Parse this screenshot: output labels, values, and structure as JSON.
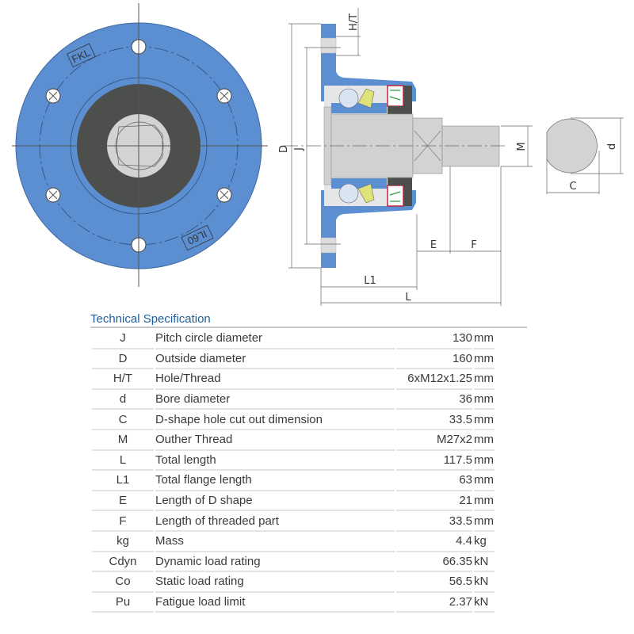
{
  "drawing": {
    "front_view": {
      "engraving_top": "FKL",
      "engraving_bottom": "IL60"
    },
    "dimension_labels": {
      "D": "D",
      "J": "J",
      "HT": "H/T",
      "M": "M",
      "d": "d",
      "C": "C",
      "E": "E",
      "F": "F",
      "L1": "L1",
      "L": "L"
    },
    "colors": {
      "housing_blue": "#5b8fd1",
      "dark_face": "#4d4f4c",
      "shaft_grey": "#d1d3d5",
      "seal_red": "#c0263a",
      "seal_green": "#2e9a4c",
      "cage_yellow": "#dfe27a"
    }
  },
  "spec": {
    "title": "Technical Specification",
    "rows": [
      {
        "sym": "J",
        "desc": "Pitch circle diameter",
        "value": "130",
        "unit": "mm"
      },
      {
        "sym": "D",
        "desc": "Outside diameter",
        "value": "160",
        "unit": "mm"
      },
      {
        "sym": "H/T",
        "desc": "Hole/Thread",
        "value": "6xM12x1.25",
        "unit": "mm"
      },
      {
        "sym": "d",
        "desc": "Bore diameter",
        "value": "36",
        "unit": "mm"
      },
      {
        "sym": "C",
        "desc": "D-shape hole cut out dimension",
        "value": "33.5",
        "unit": "mm"
      },
      {
        "sym": "M",
        "desc": "Outher Thread",
        "value": "M27x2",
        "unit": "mm"
      },
      {
        "sym": "L",
        "desc": "Total length",
        "value": "117.5",
        "unit": "mm"
      },
      {
        "sym": "L1",
        "desc": "Total flange length",
        "value": "63",
        "unit": "mm"
      },
      {
        "sym": "E",
        "desc": "Length of D shape",
        "value": "21",
        "unit": "mm"
      },
      {
        "sym": "F",
        "desc": "Length of threaded part",
        "value": "33.5",
        "unit": "mm"
      },
      {
        "sym": "kg",
        "desc": "Mass",
        "value": "4.4",
        "unit": "kg"
      },
      {
        "sym": "Cdyn",
        "desc": "Dynamic load rating",
        "value": "66.35",
        "unit": "kN"
      },
      {
        "sym": "Co",
        "desc": "Static load rating",
        "value": "56.5",
        "unit": "kN"
      },
      {
        "sym": "Pu",
        "desc": "Fatigue load limit",
        "value": "2.37",
        "unit": "kN"
      }
    ]
  }
}
